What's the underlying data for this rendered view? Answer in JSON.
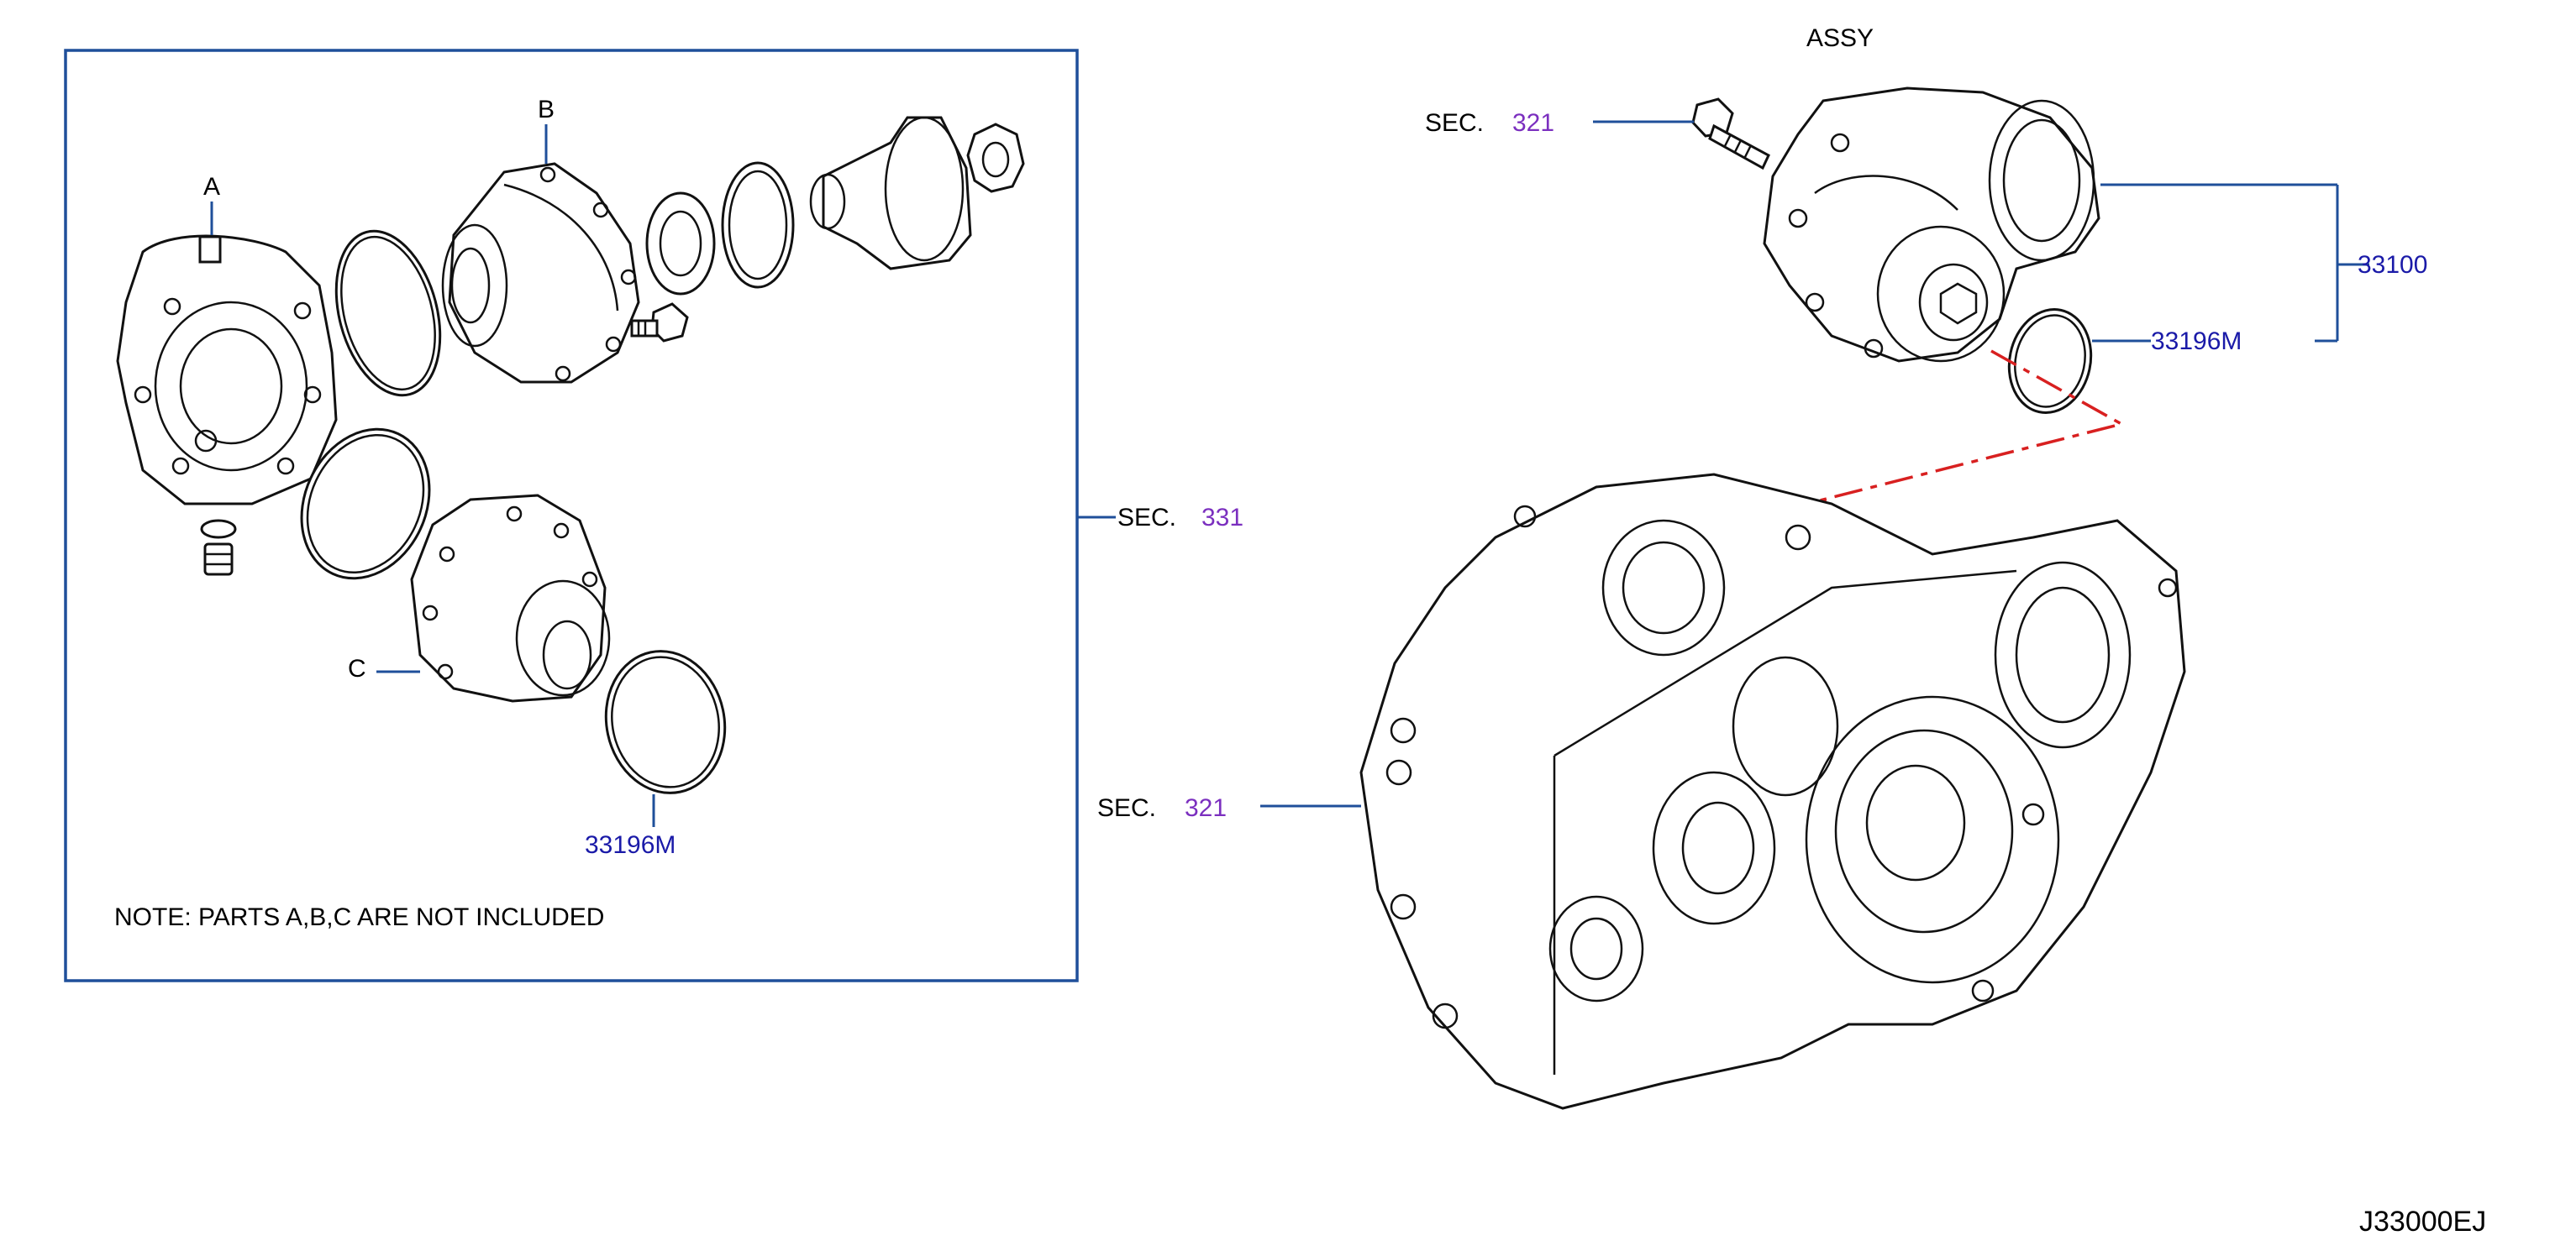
{
  "labels": {
    "assy": "ASSY",
    "part_a": "A",
    "part_b": "B",
    "part_c": "C",
    "sec": "SEC.",
    "sec_321": "321",
    "sec_331": "331",
    "part_33100": "33100",
    "part_33196m": "33196M",
    "note": "NOTE:   PARTS   A,B,C   ARE   NOT   INCLUDED",
    "diagram_code": "J33000EJ"
  },
  "colors": {
    "part_number": "#1a1aa8",
    "section_number": "#7b2fbf",
    "leader_line": "#1f4f9a",
    "dashed_line": "#d82020",
    "line_art": "#111111"
  }
}
